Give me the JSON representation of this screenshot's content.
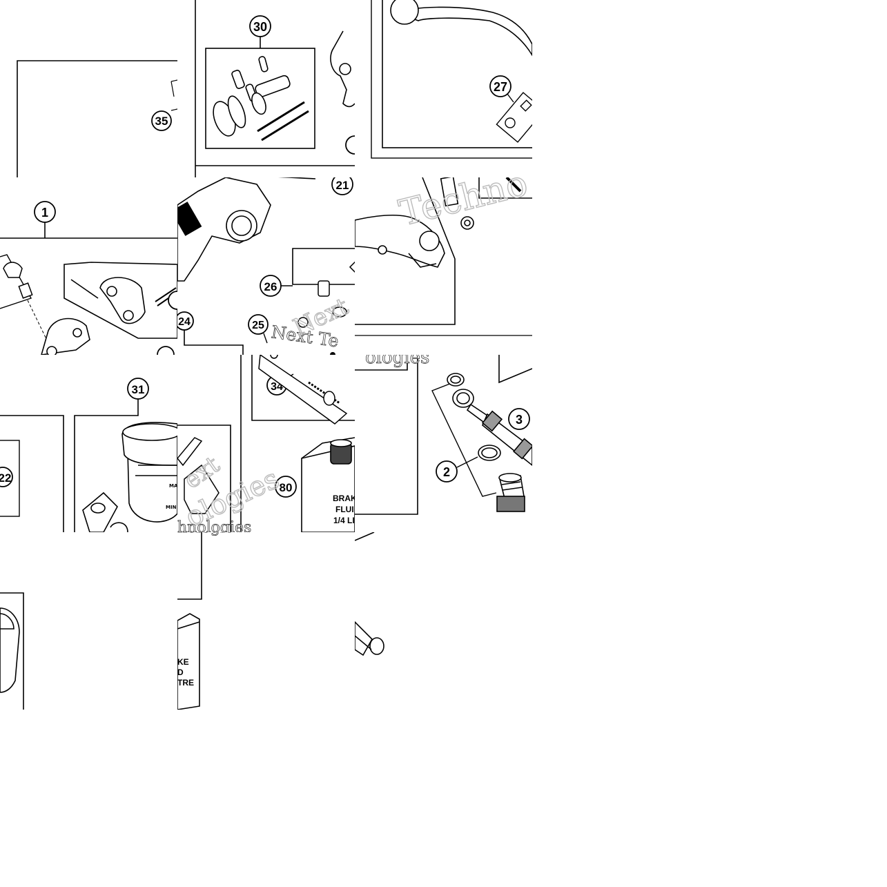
{
  "diagram": {
    "callouts": {
      "c1": "1",
      "c2": "2",
      "c3": "3",
      "c21": "21",
      "c22": "22",
      "c24": "24",
      "c25": "25",
      "c26": "26",
      "c27": "27",
      "c30": "30",
      "c31": "31",
      "c34": "34",
      "c35": "35",
      "c80": "80"
    },
    "watermark": {
      "line1": "Next",
      "line2": "Technologies",
      "line3": "Techno",
      "line4": "Next Te",
      "line5": "ologies",
      "line6": "ext",
      "line7": "hnologies",
      "line8": "nologie"
    },
    "fluid_label": {
      "l1": "BRAK",
      "l2": "FLUI",
      "l3": "1/4 LI",
      "r1": "KE",
      "r2": "D",
      "r3": "TRE"
    },
    "reservoir_marks": {
      "max": "MAX",
      "min": "MIN"
    }
  }
}
